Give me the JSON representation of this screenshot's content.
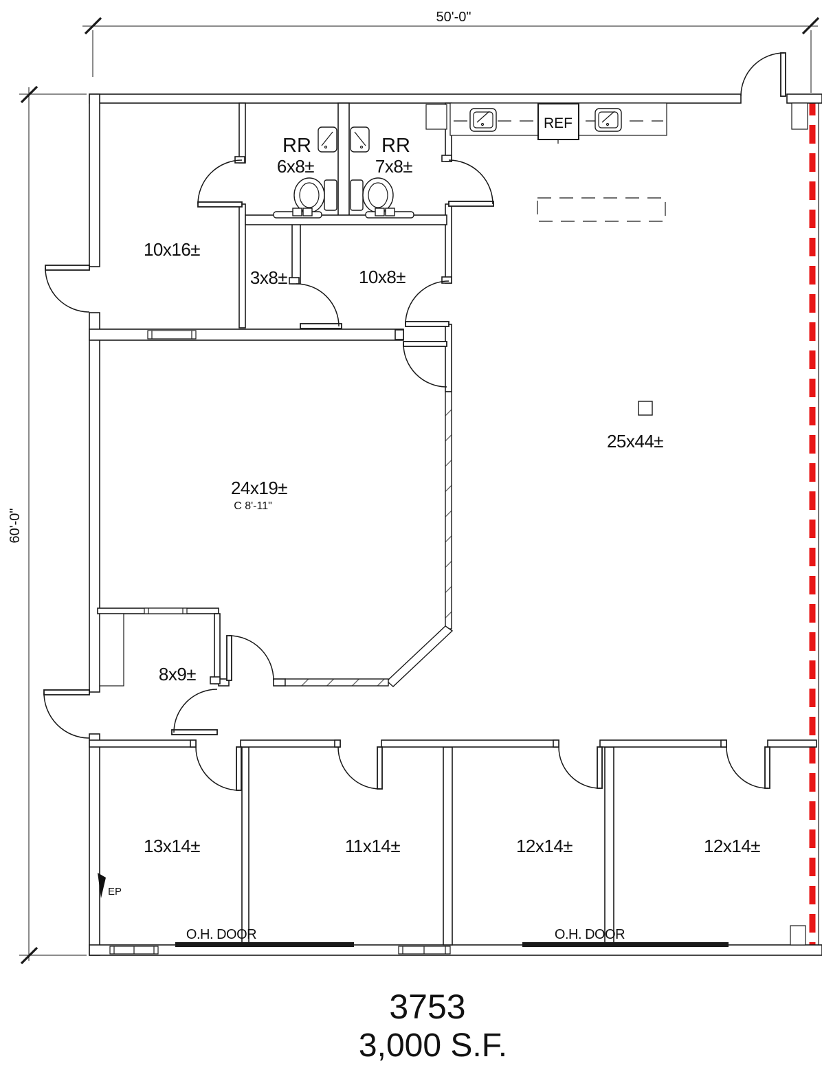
{
  "drawing": {
    "unit_number": "3753",
    "area": "3,000 S.F.",
    "width_dim": "50'-0\"",
    "height_dim": "60'-0\"",
    "ref_label": "REF",
    "oh_door_label": "O.H. DOOR",
    "ep_label": "EP",
    "rooms": [
      {
        "name": "office-10x16",
        "size": "10x16±"
      },
      {
        "name": "restroom-left",
        "label": "RR",
        "size": "6x8±"
      },
      {
        "name": "restroom-right",
        "label": "RR",
        "size": "7x8±"
      },
      {
        "name": "closet-3x8",
        "size": "3x8±"
      },
      {
        "name": "room-10x8",
        "size": "10x8±"
      },
      {
        "name": "office-24x19",
        "size": "24x19±",
        "ceiling_height": "C 8'-11\""
      },
      {
        "name": "open-area-25x44",
        "size": "25x44±"
      },
      {
        "name": "room-8x9",
        "size": "8x9±"
      },
      {
        "name": "office-13x14",
        "size": "13x14±"
      },
      {
        "name": "office-11x14",
        "size": "11x14±"
      },
      {
        "name": "office-12x14-left",
        "size": "12x14±"
      },
      {
        "name": "office-12x14-right",
        "size": "12x14±"
      }
    ]
  },
  "colors": {
    "line": "#1a1a1a",
    "demising": "#e81616",
    "background": "#ffffff"
  }
}
